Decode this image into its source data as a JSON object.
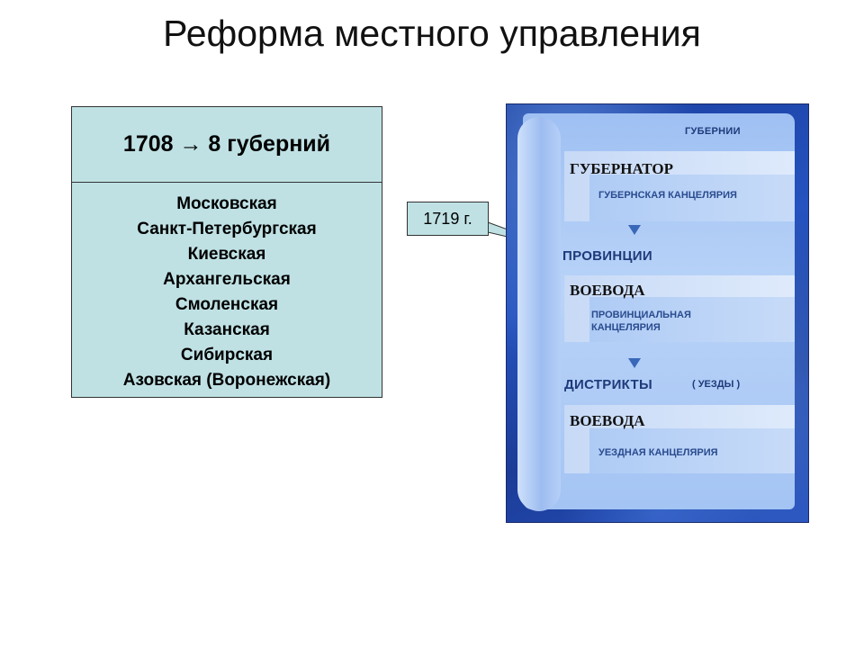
{
  "title": "Реформа местного управления",
  "left_box": {
    "heading": "1708 → 8 губерний",
    "provinces": [
      "Московская",
      "Санкт-Петербургская",
      "Киевская",
      "Архангельская",
      "Смоленская",
      "Казанская",
      "Сибирская",
      "Азовская (Воронежская)"
    ]
  },
  "callout": {
    "text": "1719 г."
  },
  "hierarchy": {
    "levels": [
      {
        "heading": "ГУБЕРНИИ",
        "official": "ГУБЕРНАТОР",
        "chancery": "ГУБЕРНСКАЯ КАНЦЕЛЯРИЯ"
      },
      {
        "heading": "ПРОВИНЦИИ",
        "official": "ВОЕВОДА",
        "chancery": "ПРОВИНЦИАЛЬНАЯ КАНЦЕЛЯРИЯ"
      },
      {
        "heading": "ДИСТРИКТЫ",
        "heading_note": "( УЕЗДЫ )",
        "official": "ВОЕВОДА",
        "chancery": "УЕЗДНАЯ КАНЦЕЛЯРИЯ"
      }
    ]
  },
  "colors": {
    "box_fill": "#bfe1e4",
    "panel_blue": "#2553bf",
    "heading_text": "#1e3a7a"
  }
}
